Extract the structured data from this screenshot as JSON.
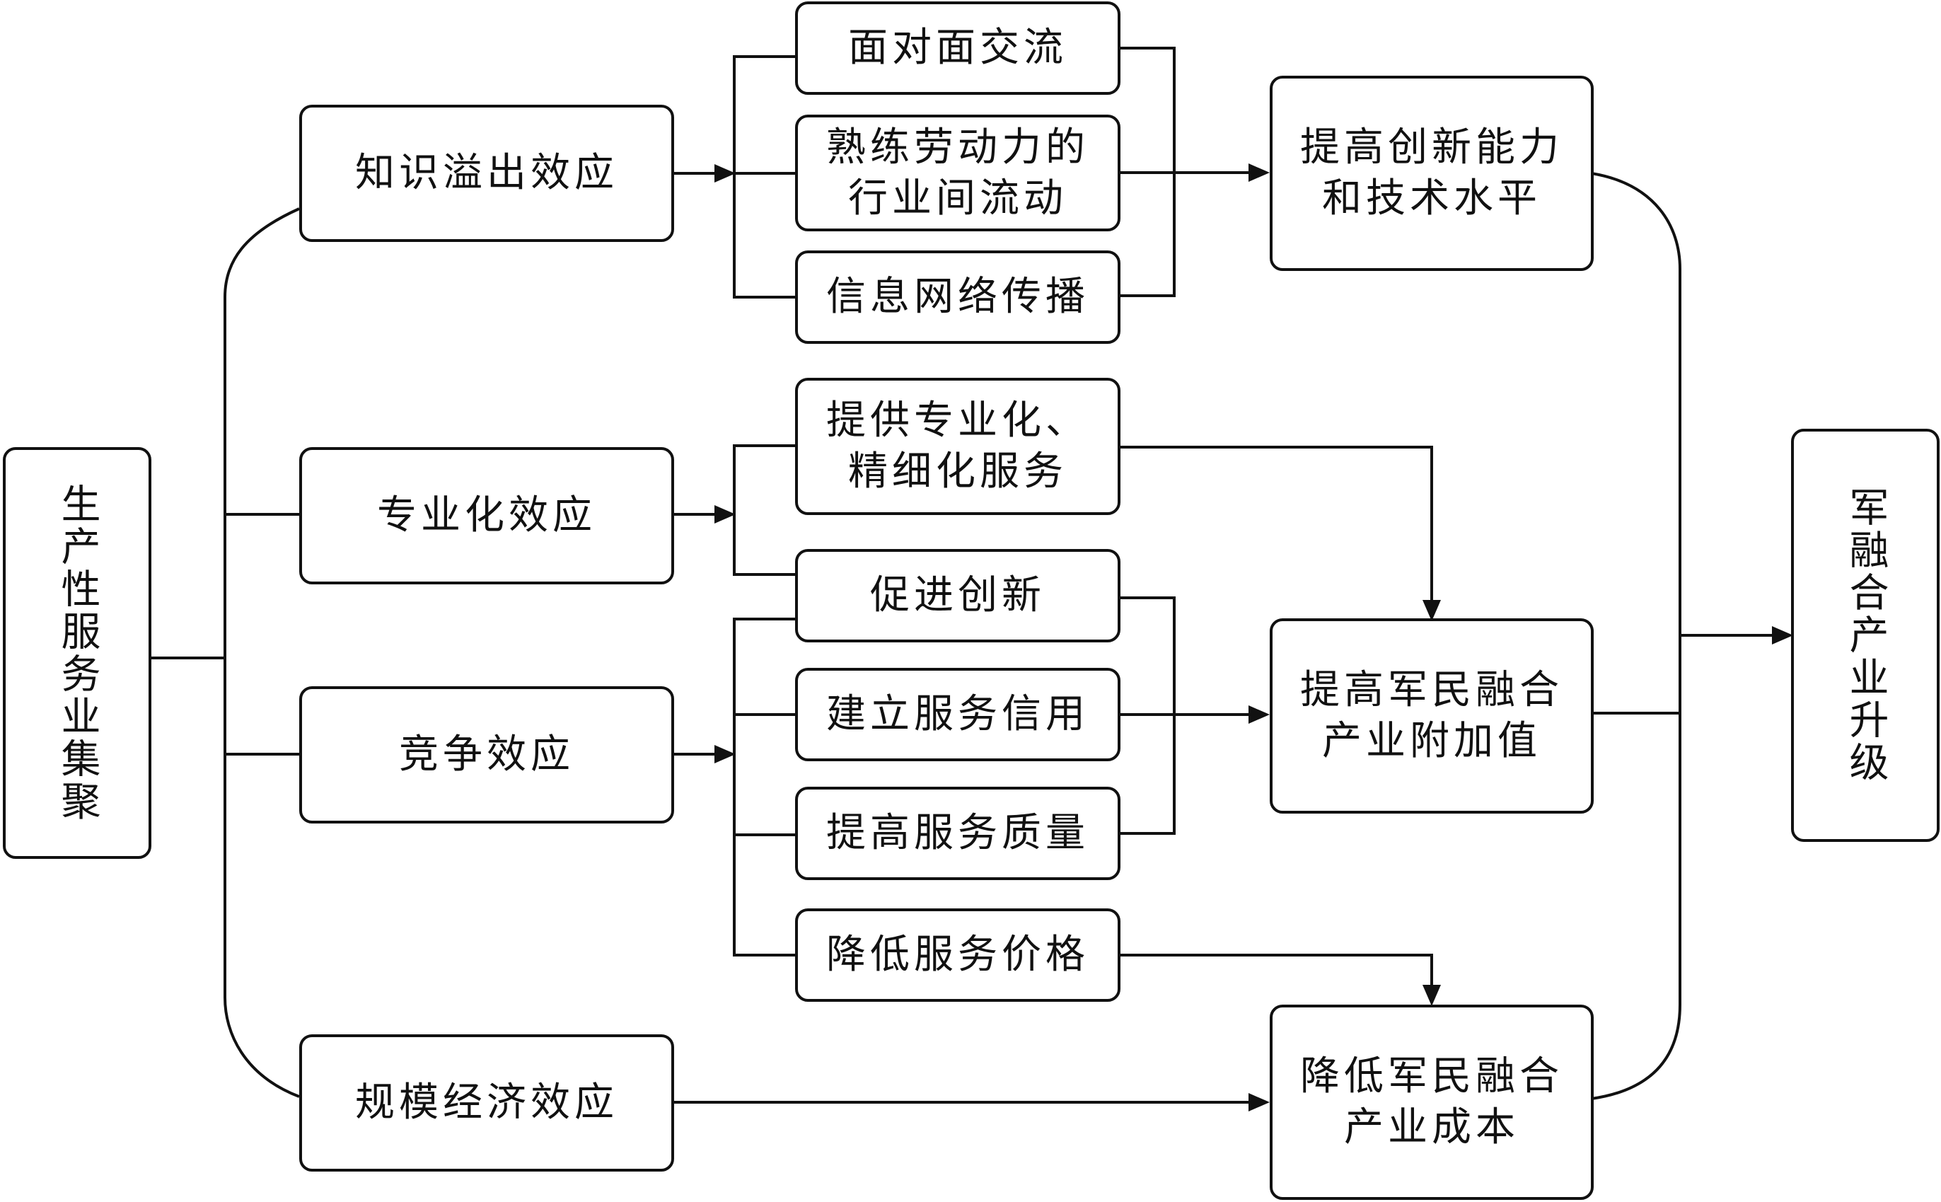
{
  "diagram": {
    "source": "生产性服务业集聚",
    "effects": {
      "knowledge": "知识溢出效应",
      "specialization": "专业化效应",
      "competition": "竞争效应",
      "scale": "规模经济效应"
    },
    "mechanisms": {
      "face_to_face": "面对面交流",
      "labor_flow": "熟练劳动力的\n行业间流动",
      "info_network": "信息网络传播",
      "specialized_service": "提供专业化、\n精细化服务",
      "innovation": "促进创新",
      "credit": "建立服务信用",
      "quality": "提高服务质量",
      "price": "降低服务价格"
    },
    "outcomes": {
      "innovation_capacity": "提高创新能力\n和技术水平",
      "value_added": "提高军民融合\n产业附加值",
      "cost": "降低军民融合\n产业成本"
    },
    "target": "军融合产业升级"
  }
}
